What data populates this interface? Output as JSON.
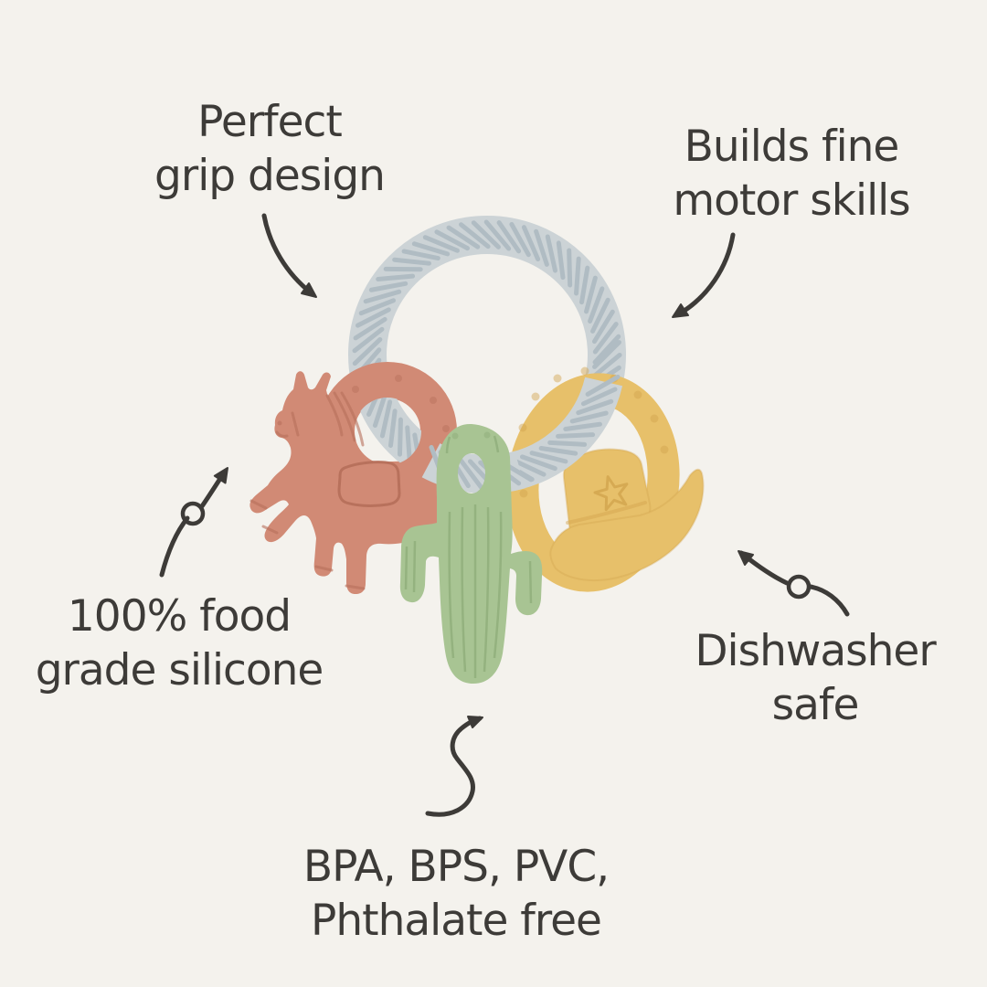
{
  "colors": {
    "bg": "#f4f2ed",
    "ink": "#3d3b38",
    "rope": "#ccd3d6",
    "ropeHatch": "#b0bcc3",
    "horse": "#d18a75",
    "horseDark": "#b7705b",
    "cactus": "#a8c493",
    "cactusDark": "#8cab77",
    "yellow": "#e7c06a",
    "yellowDark": "#d2a44e"
  },
  "annotations": {
    "perfect_grip": {
      "line1": "Perfect",
      "line2": "grip design"
    },
    "motor_skills": {
      "line1": "Builds fine",
      "line2": "motor skills"
    },
    "food_grade": {
      "line1": "100% food",
      "line2": "grade silicone"
    },
    "dishwasher": {
      "line1": "Dishwasher",
      "line2": "safe"
    },
    "bpa_free": {
      "line1": "BPA, BPS, PVC,",
      "line2": "Phthalate free"
    }
  }
}
